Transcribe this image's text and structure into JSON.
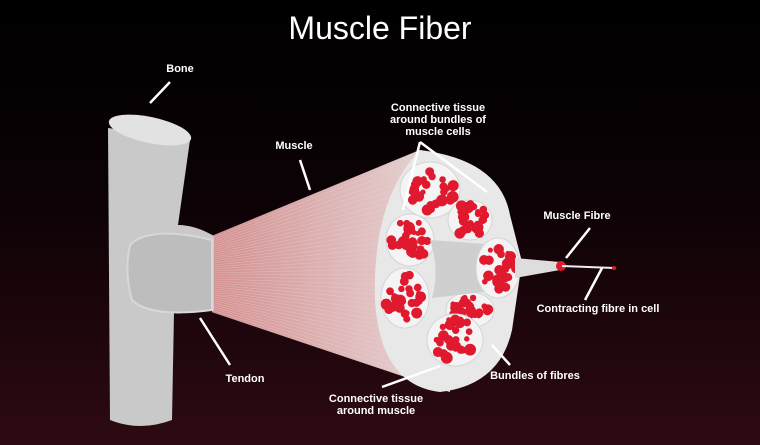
{
  "title": "Muscle Fiber",
  "labels": {
    "bone": "Bone",
    "muscle": "Muscle",
    "connective_bundles": [
      "Connective tissue",
      "around bundles of",
      "muscle cells"
    ],
    "muscle_fibre": "Muscle Fibre",
    "contracting_fibre": "Contracting fibre in cell",
    "tendon": "Tendon",
    "connective_muscle": [
      "Connective tissue",
      "around muscle"
    ],
    "bundles_of_fibres": "Bundles of fibres"
  },
  "colors": {
    "tissue": "#e6e6e6",
    "bone": "#c8c8c8",
    "fibre": "#e0192e"
  }
}
